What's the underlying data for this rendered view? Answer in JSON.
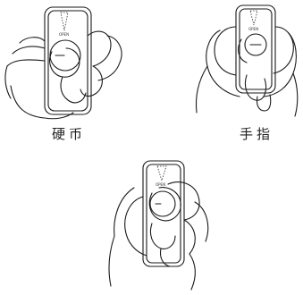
{
  "figures": [
    {
      "caption": "硬币",
      "device_label": "OPEN",
      "illustration": "coin-opening-cover-illustration"
    },
    {
      "caption": "手指",
      "device_label": "OPEN",
      "illustration": "finger-opening-cover-illustration"
    },
    {
      "caption": "",
      "device_label": "OPEN",
      "illustration": "hands-sliding-cover-illustration"
    }
  ],
  "colors": {
    "line": "#1a1a1a",
    "background": "#ffffff"
  }
}
